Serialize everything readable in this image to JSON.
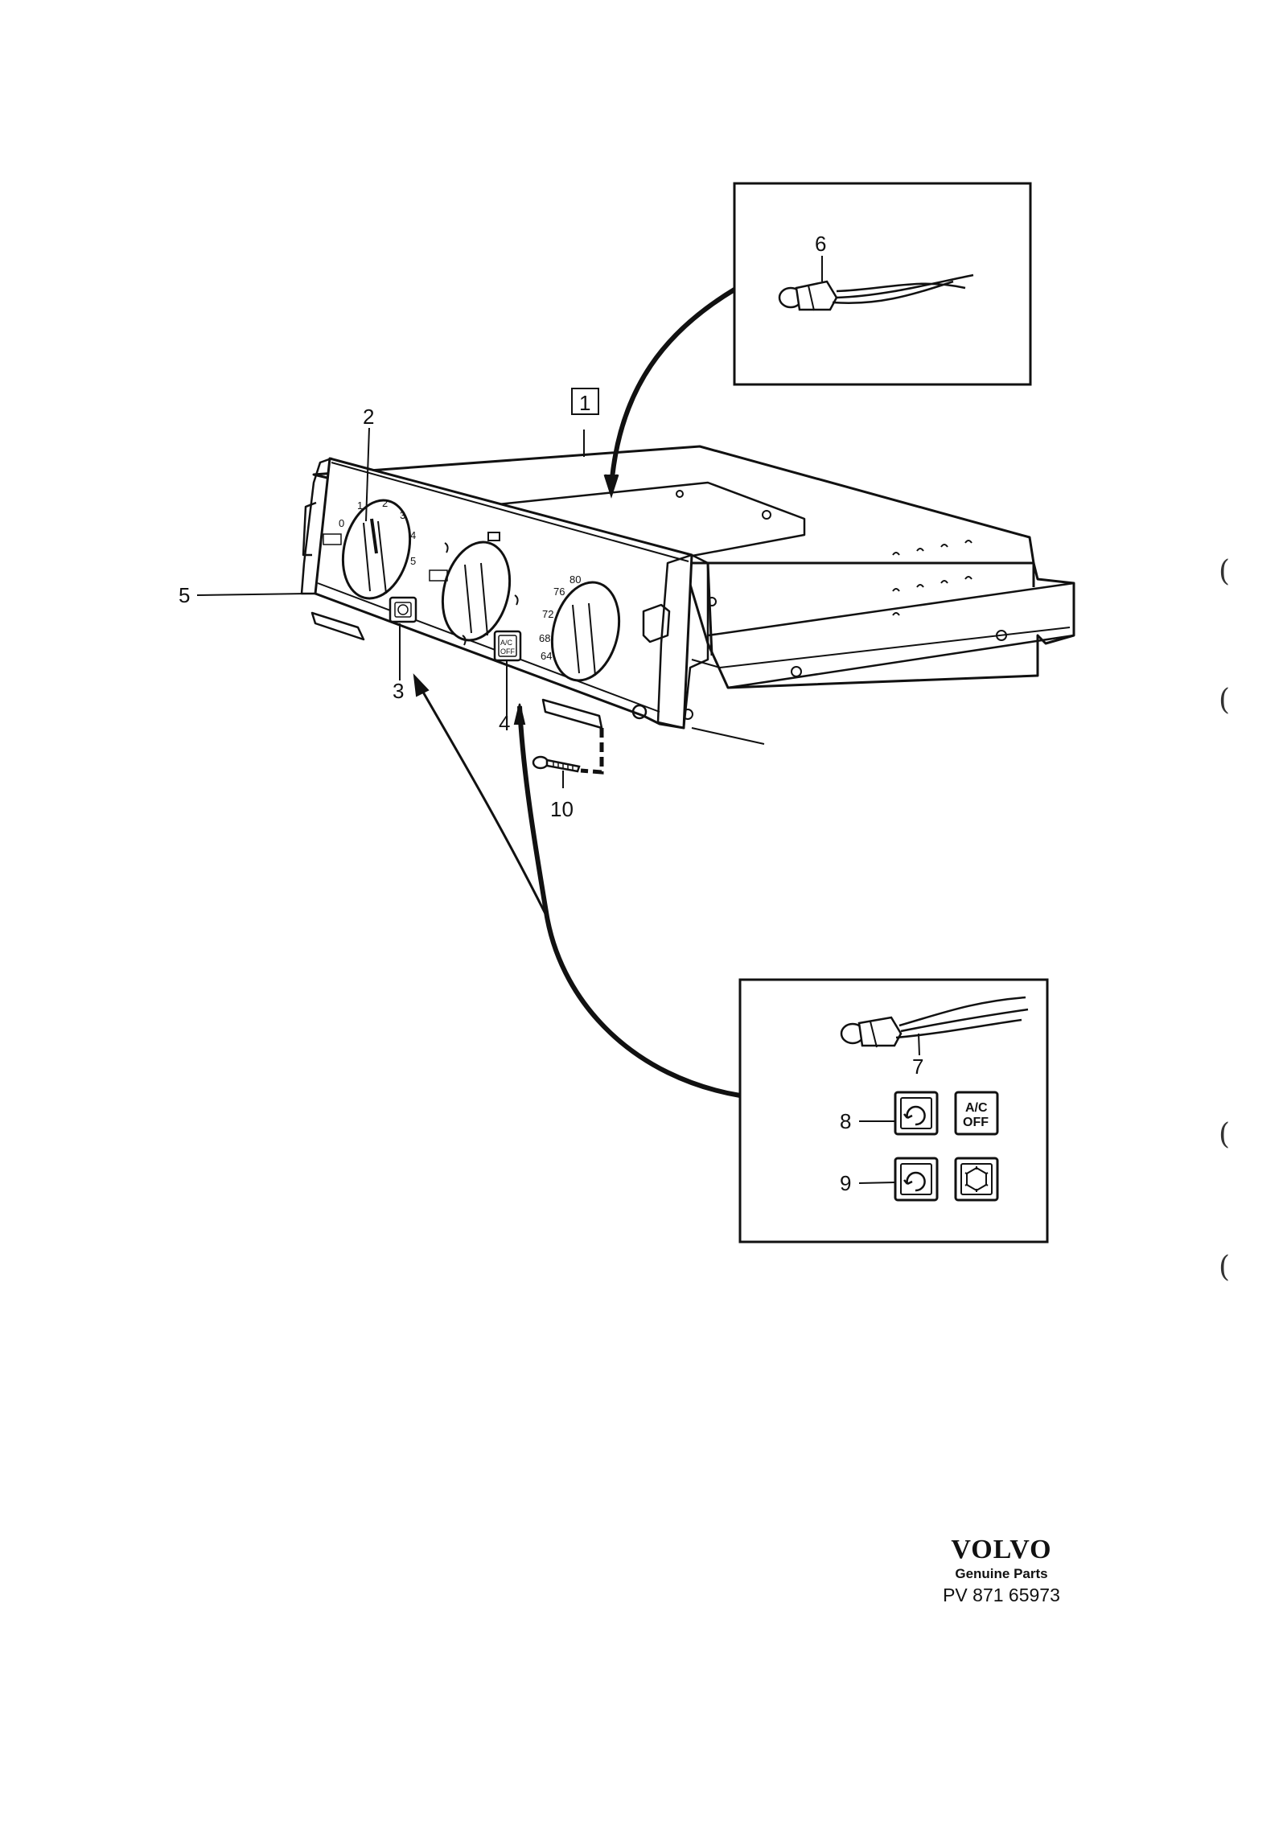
{
  "callouts": {
    "c1": "1",
    "c2": "2",
    "c3": "3",
    "c4": "4",
    "c5": "5",
    "c6": "6",
    "c7": "7",
    "c8": "8",
    "c9": "9",
    "c10": "10"
  },
  "fan_scale": [
    "0",
    "1",
    "2",
    "3",
    "4",
    "5"
  ],
  "panel_labels": {
    "ac_button": "A/C\nOFF",
    "ac_off_line1": "A/C",
    "ac_off_line2": "OFF"
  },
  "temp_scale": [
    "80",
    "76",
    "72",
    "68",
    "64"
  ],
  "brand": {
    "logo": "VOLVO",
    "line": "Genuine Parts",
    "code": "PV 871  65973"
  },
  "colors": {
    "ink": "#111111",
    "paper": "#ffffff"
  }
}
